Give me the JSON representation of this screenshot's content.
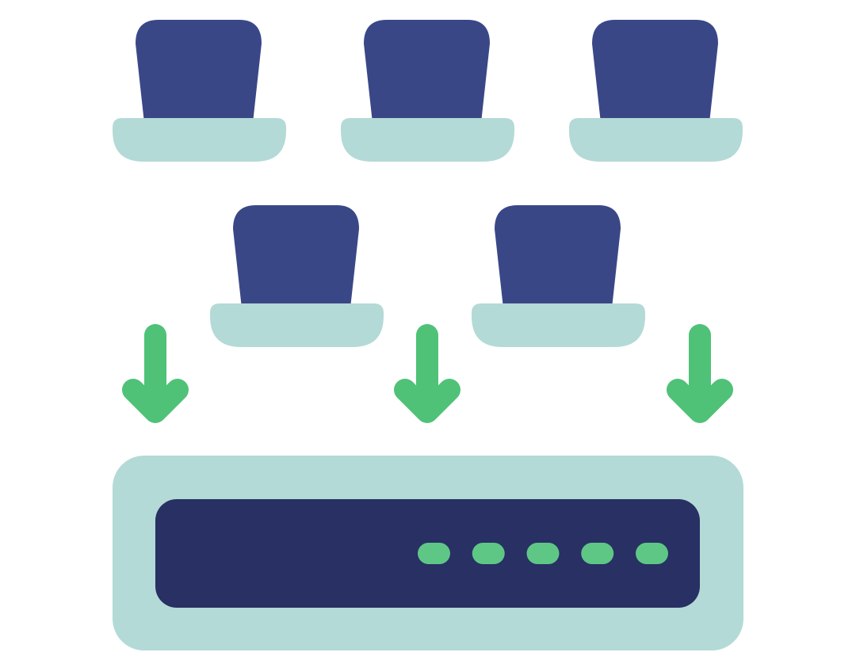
{
  "illustration": {
    "subject": "network-router-icon",
    "colors": {
      "cup_body": "#3A4787",
      "saucer": "#B3DAD6",
      "arrow": "#4FC278",
      "device_shell": "#B3DAD6",
      "device_panel": "#283064",
      "indicator": "#5FC786",
      "background": "#FFFFFF"
    },
    "source_units": [
      {
        "name": "node-unit-top-left",
        "icon": "node-unit-icon"
      },
      {
        "name": "node-unit-top-center",
        "icon": "node-unit-icon"
      },
      {
        "name": "node-unit-top-right",
        "icon": "node-unit-icon"
      },
      {
        "name": "node-unit-middle-left",
        "icon": "node-unit-icon"
      },
      {
        "name": "node-unit-middle-right",
        "icon": "node-unit-icon"
      }
    ],
    "arrows": [
      {
        "name": "arrow-left",
        "icon": "arrow-down-icon"
      },
      {
        "name": "arrow-center",
        "icon": "arrow-down-icon"
      },
      {
        "name": "arrow-right",
        "icon": "arrow-down-icon"
      }
    ],
    "device": {
      "icon": "router-device-icon",
      "indicator_count": 5
    }
  }
}
